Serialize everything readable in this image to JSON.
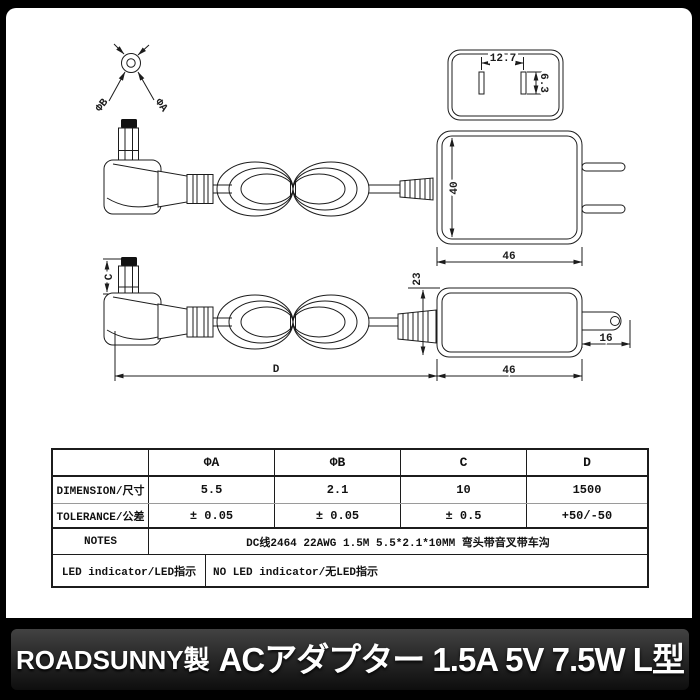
{
  "drawing": {
    "end_view": {
      "phi_b": "ΦB",
      "phi_a": "ΦA"
    },
    "face_view": {
      "pin_pitch": "12.7",
      "pin_length": "6.3"
    },
    "front_view": {
      "height": "40",
      "width": "46"
    },
    "side_view": {
      "thickness": "23",
      "width": "46",
      "prong": "16"
    },
    "plug_view": {
      "barrel_length": "C",
      "cable_length": "D"
    }
  },
  "table": {
    "columns": [
      "",
      "ΦA",
      "ΦB",
      "C",
      "D"
    ],
    "rows": [
      {
        "label": "DIMENSION/尺寸",
        "values": [
          "5.5",
          "2.1",
          "10",
          "1500"
        ]
      },
      {
        "label": "TOLERANCE/公差",
        "values": [
          "± 0.05",
          "± 0.05",
          "± 0.5",
          "+50/-50"
        ]
      }
    ],
    "notes_label": "NOTES",
    "notes_value": "DC线2464 22AWG 1.5M 5.5*2.1*10MM 弯头带音叉带车沟",
    "led_label": "LED indicator/LED指示",
    "led_value": "NO LED indicator/无LED指示"
  },
  "footer": {
    "brand": "ROADSUNNY製",
    "product": "ACアダプター 1.5A 5V 7.5W L型"
  },
  "colors": {
    "frame": "#000000",
    "line": "#1c1c1c",
    "paper": "#ffffff",
    "footer_text": "#ffffff"
  }
}
